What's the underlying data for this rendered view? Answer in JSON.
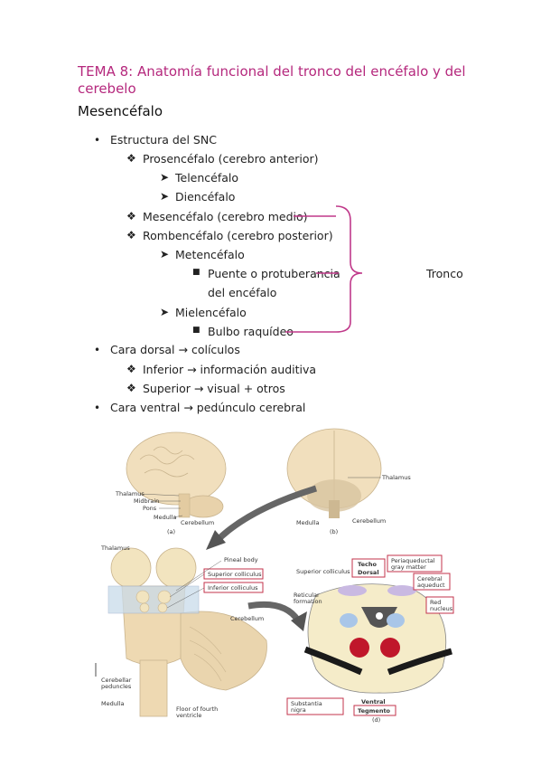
{
  "heading": {
    "title": "TEMA 8: Anatomía funcional del tronco del encéfalo y del cerebelo",
    "section": "Mesencéfalo"
  },
  "bullet_glyphs": {
    "dot": "•",
    "diamond": "❖",
    "arrow": "➤",
    "square": "■"
  },
  "outline": {
    "item1": "Estructura del SNC",
    "item1a": "Prosencéfalo (cerebro anterior)",
    "item1a1": "Telencéfalo",
    "item1a2": "Diencéfalo",
    "item1b": "Mesencéfalo (cerebro medio)",
    "item1c": "Rombencéfalo (cerebro posterior)",
    "item1c1": "Metencéfalo",
    "item1c1a_line1": "Puente o protuberancia",
    "item1c1a_line2": "del encéfalo",
    "item1c2": "Mielencéfalo",
    "item1c2a": "Bulbo raquídeo",
    "tronco_label": "Tronco",
    "item2": "Cara dorsal → colículos",
    "item2a": "Inferior → información auditiva",
    "item2b": "Superior → visual + otros",
    "item3": "Cara ventral → pedúnculo cerebral"
  },
  "figure": {
    "top_left": {
      "thalamus": "Thalamus",
      "midbrain": "Midbrain",
      "pons": "Pons",
      "medulla": "Medulla",
      "cerebellum": "Cerebellum",
      "caption": "(a)"
    },
    "top_right": {
      "thalamus": "Thalamus",
      "medulla": "Medulla",
      "cerebellum": "Cerebellum",
      "caption": "(b)"
    },
    "bottom_left": {
      "thalamus": "Thalamus",
      "pineal": "Pineal body",
      "superior_colliculus": "Superior colliculus",
      "inferior_colliculus": "Inferior colliculus",
      "cerebellum": "Cerebellum",
      "peduncles_1": "Cerebellar",
      "peduncles_2": "peduncles",
      "medulla": "Medulla",
      "floor_1": "Floor of fourth",
      "floor_2": "ventricle"
    },
    "bottom_right": {
      "superior_colliculus": "Superior colliculus",
      "techo": "Techo",
      "dorsal": "Dorsal",
      "pag_1": "Periaqueductal",
      "pag_2": "gray matter",
      "aqueduct_1": "Cerebral",
      "aqueduct_2": "aqueduct",
      "reticular_1": "Reticular",
      "reticular_2": "formation",
      "red_1": "Red",
      "red_2": "nucleus",
      "nigra_1": "Substantia",
      "nigra_2": "nigra",
      "ventral": "Ventral",
      "tegmento": "Tegmento",
      "caption": "(d)"
    }
  }
}
